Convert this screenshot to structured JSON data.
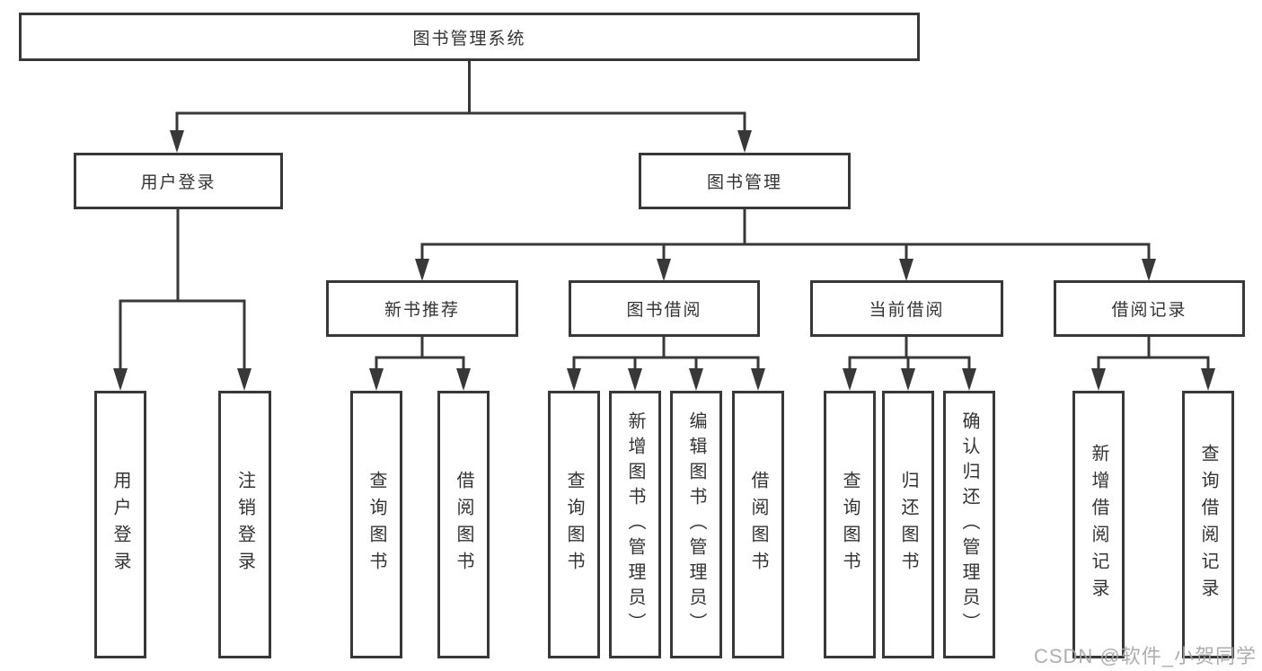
{
  "diagram": {
    "root": {
      "label": "图书管理系统"
    },
    "branches": [
      {
        "label": "用户登录",
        "children": [
          {
            "label": "用户登录"
          },
          {
            "label": "注销登录"
          }
        ]
      },
      {
        "label": "图书管理",
        "children": [
          {
            "label": "新书推荐",
            "children": [
              {
                "label": "查询图书"
              },
              {
                "label": "借阅图书"
              }
            ]
          },
          {
            "label": "图书借阅",
            "children": [
              {
                "label": "查询图书"
              },
              {
                "label": "新增图书（管理员）"
              },
              {
                "label": "编辑图书（管理员）"
              },
              {
                "label": "借阅图书"
              }
            ]
          },
          {
            "label": "当前借阅",
            "children": [
              {
                "label": "查询图书"
              },
              {
                "label": "归还图书"
              },
              {
                "label": "确认归还（管理员）"
              }
            ]
          },
          {
            "label": "借阅记录",
            "children": [
              {
                "label": "新增借阅记录"
              },
              {
                "label": "查询借阅记录"
              }
            ]
          }
        ]
      }
    ]
  },
  "watermark": {
    "text": "CSDN @软件_小贺同学"
  },
  "colors": {
    "line": "#383838",
    "text": "#333333",
    "box_fill": "#ffffff",
    "watermark": "#a5a5a5"
  }
}
